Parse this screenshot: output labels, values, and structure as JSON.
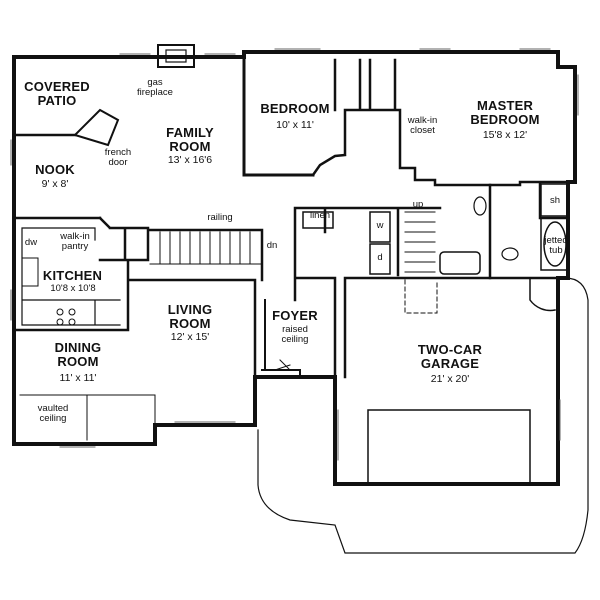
{
  "plan": {
    "rooms": {
      "covered_patio": "COVERED\nPATIO",
      "family_room": "FAMILY\nROOM",
      "family_room_size": "13' x 16'6",
      "bedroom": "BEDROOM",
      "bedroom_size": "10' x 11'",
      "master_bedroom": "MASTER\nBEDROOM",
      "master_bedroom_size": "15'8 x 12'",
      "nook": "NOOK",
      "nook_size": "9' x 8'",
      "kitchen": "KITCHEN",
      "kitchen_size": "10'8 x 10'8",
      "living_room": "LIVING\nROOM",
      "living_room_size": "12' x 15'",
      "dining_room": "DINING\nROOM",
      "dining_room_size": "11' x 11'",
      "foyer": "FOYER",
      "garage": "TWO-CAR\nGARAGE",
      "garage_size": "21' x 20'"
    },
    "notes": {
      "gas_fireplace": "gas\nfireplace",
      "walk_in_closet": "walk-in\ncloset",
      "french_door": "french\ndoor",
      "railing": "railing",
      "dn": "dn",
      "up": "up",
      "linen": "linen",
      "walk_in_pantry": "walk-in\npantry",
      "raised_ceiling": "raised\nceiling",
      "vaulted_ceiling": "vaulted\nceiling",
      "sh": "sh",
      "jetted_tub": "jetted\ntub",
      "dw": "dw",
      "w": "w",
      "d": "d"
    }
  }
}
